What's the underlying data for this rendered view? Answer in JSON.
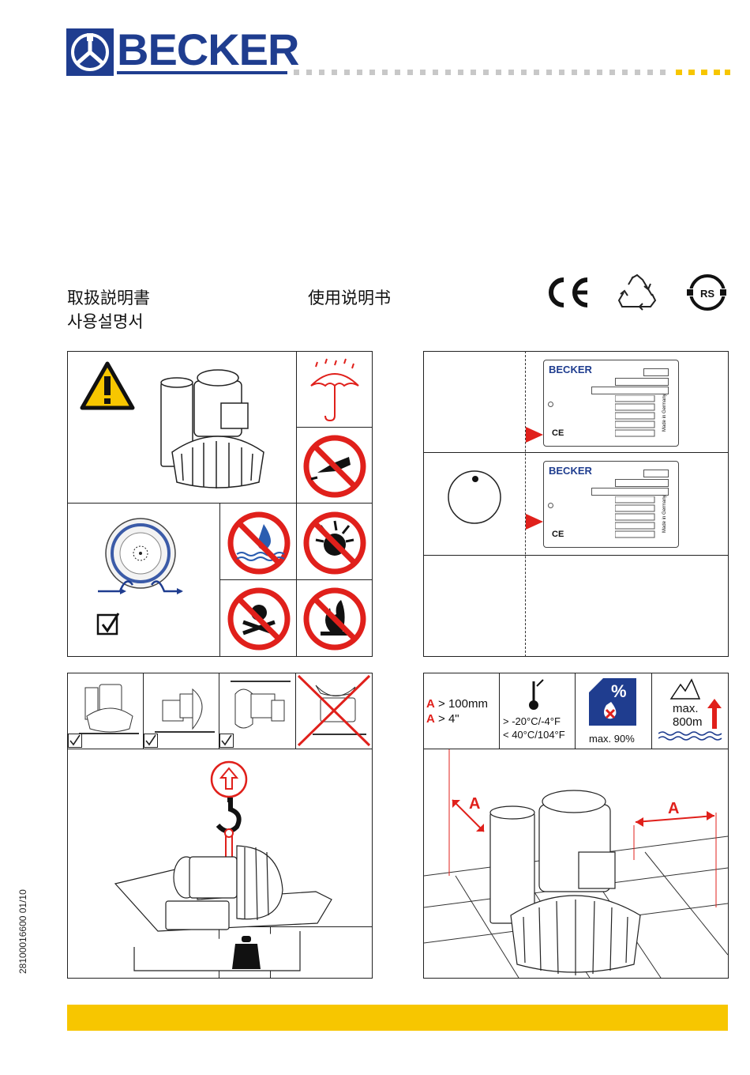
{
  "brand": {
    "name": "BECKER",
    "color": "#1f3d8f"
  },
  "titles": {
    "japanese": "取扱説明書",
    "korean": "사용설명서",
    "chinese": "使用说明书"
  },
  "marks": {
    "ce": "CE",
    "recycle": "recycle-icon",
    "rs": "RS"
  },
  "nameplate": {
    "brand": "BECKER",
    "ce": "CE",
    "made_in": "Made in Germany"
  },
  "clearance": {
    "a_label": "A",
    "metric": "> 100mm",
    "imperial": "> 4\""
  },
  "temperature": {
    "min": "> -20°C/-4°F",
    "max": "< 40°C/104°F"
  },
  "humidity": {
    "symbol": "%",
    "max": "max. 90%"
  },
  "altitude": {
    "line1": "max.",
    "line2": "800m"
  },
  "document": {
    "number": "28100016600   01/10"
  },
  "colors": {
    "accent_yellow": "#f7c600",
    "warning_red": "#e0201b",
    "brand_blue": "#1f3d8f"
  }
}
